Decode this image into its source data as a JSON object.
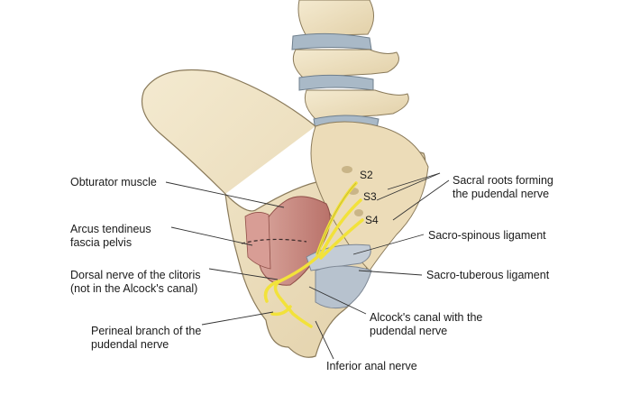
{
  "labels": {
    "obturator_muscle": "Obturator muscle",
    "arcus_line1": "Arcus tendineus",
    "arcus_line2": "fascia pelvis",
    "dorsal_line1": "Dorsal nerve of the clitoris",
    "dorsal_line2": "(not in the Alcock's canal)",
    "perineal_line1": "Perineal branch of the",
    "perineal_line2": "pudendal nerve",
    "sacral_roots_line1": "Sacral roots forming",
    "sacral_roots_line2": "the pudendal nerve",
    "sacrospinous": "Sacro-spinous ligament",
    "sacrotuberous": "Sacro-tuberous ligament",
    "alcock_line1": "Alcock's canal with the",
    "alcock_line2": "pudendal nerve",
    "inferior_anal": "Inferior anal nerve"
  },
  "segments": {
    "s2": "S2",
    "s3": "S3",
    "s4": "S4"
  },
  "colors": {
    "bone": "#efe2c2",
    "bone_shade": "#d9c79f",
    "disc": "#a9b9c7",
    "muscle": "#c98a82",
    "nerve": "#f2e23a",
    "ligament": "#c3ccd6"
  }
}
